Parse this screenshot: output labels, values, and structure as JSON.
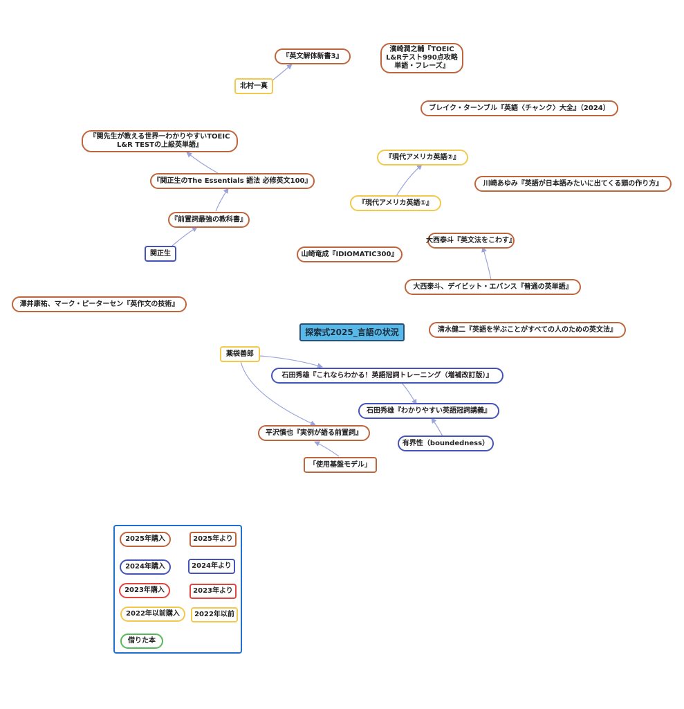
{
  "title": "探索式2025_言語の状況",
  "colors": {
    "brown": "#c0643c",
    "blue": "#4453b8",
    "red": "#e0443c",
    "yellow": "#f2c94c",
    "green": "#55b85a",
    "edge": "#9aa4dc",
    "central_fill": "#58b8e8",
    "central_border": "#2a4e78",
    "legend_border": "#1e6fd0"
  },
  "nodes": {
    "eibun_kaitai": "『英文解体新書3』",
    "kitamura": "北村一真",
    "hamasaki": "濱崎潤之輔『TOEIC L&Rテスト990点攻略 単語・フレーズ』",
    "blake": "ブレイク・ターンブル『英語〈チャンク〉大全』（2024）",
    "seki_toeic": "『関先生が教える世界一わかりやすいTOEIC L&R TESTの上級英単語』",
    "gendai2": "『現代アメリカ英語②』",
    "seki_essentials": "『関正生のThe Essentials 語法 必修英文100』",
    "kawasaki": "川崎あゆみ『英語が日本語みたいに出てくる頭の作り方』",
    "gendai1": "『現代アメリカ英語①』",
    "zenchishi": "『前置詞最強の教科書』",
    "onishi_kowasu": "大西泰斗『英文法をこわす』",
    "seki": "関正生",
    "yamazaki": "山崎竜成『IDIOMATIC300』",
    "onishi_evans": "大西泰斗、デイビット・エバンス『普通の英単語』",
    "sawai": "澤井康祐、マーク・ピーターセン『英作文の技術』",
    "shimizu": "清水健二『英語を学ぶことがすべての人のための英文法』",
    "yakubukuro": "薬袋善郎",
    "ishida_training": "石田秀雄『これならわかる！英語冠詞トレーニング（増補改訂版）』",
    "ishida_kogi": "石田秀雄『わかりやすい英語冠詞講義』",
    "hirasawa": "平沢慎也『実例が語る前置詞』",
    "boundedness": "有界性（boundedness）",
    "usage_based": "「使用基盤モデル」"
  },
  "legend": {
    "purchased_2025": "2025年購入",
    "from_2025": "2025年より",
    "purchased_2024": "2024年購入",
    "from_2024": "2024年より",
    "purchased_2023": "2023年購入",
    "from_2023": "2023年より",
    "purchased_2022_before": "2022年以前購入",
    "before_2022": "2022年以前",
    "borrowed": "借りた本"
  }
}
